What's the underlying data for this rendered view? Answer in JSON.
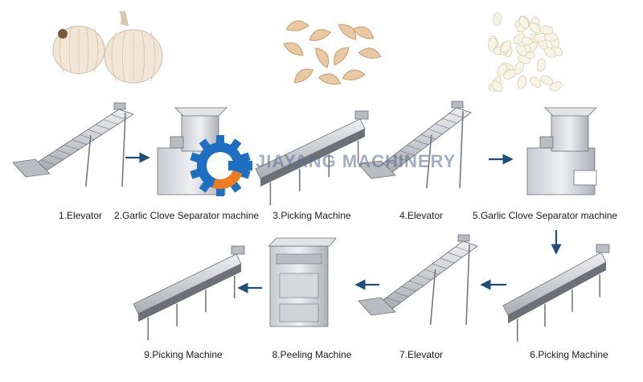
{
  "watermark": {
    "text": "JIAYANG MACHINERY"
  },
  "colors": {
    "arrow": "#1f4e7a",
    "steel_light": "#e2e3e5",
    "steel_mid": "#b9bcc1",
    "steel_dark": "#6d7177",
    "garlic_skin": "#f1e6d6",
    "garlic_clove": "#e9c9a2",
    "peeled_clove": "#f7f3e6",
    "logo_blue": "#1e6fc2",
    "logo_orange": "#ef7d22"
  },
  "icons": {
    "raw_garlic": "garlic-bulb-icon",
    "cloves": "garlic-clove-icon",
    "peeled": "peeled-garlic-icon",
    "logo": "gear-logo-icon"
  },
  "steps": [
    {
      "label": "1.Elevator",
      "kind": "elevator"
    },
    {
      "label": "2.Garlic Clove Separator machine",
      "kind": "separator"
    },
    {
      "label": "3.Picking Machine",
      "kind": "picking"
    },
    {
      "label": "4.Elevator",
      "kind": "elevator"
    },
    {
      "label": "5.Garlic Clove Separator machine",
      "kind": "separator"
    },
    {
      "label": "6.Picking Machine",
      "kind": "picking"
    },
    {
      "label": "7.Elevator",
      "kind": "elevator"
    },
    {
      "label": "8.Peeling Machine",
      "kind": "peeler"
    },
    {
      "label": "9.Picking Machine",
      "kind": "picking"
    }
  ]
}
